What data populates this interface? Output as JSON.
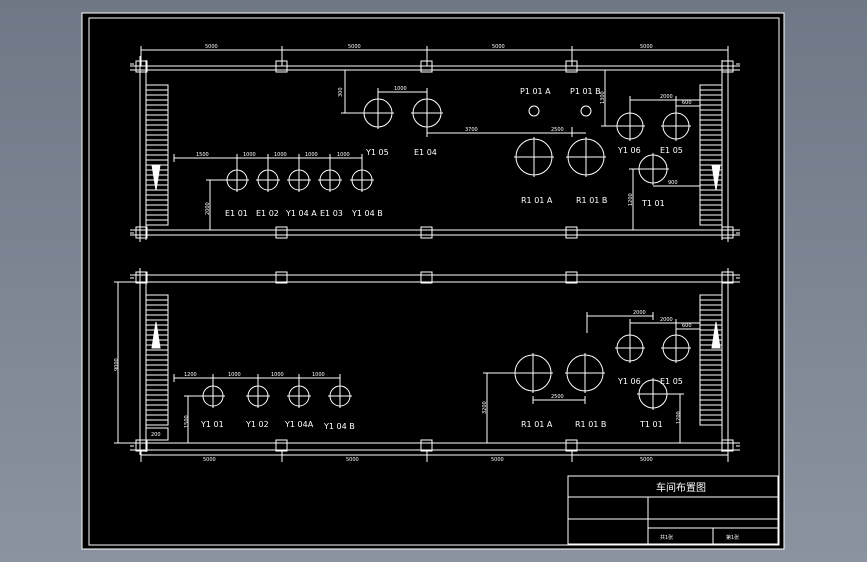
{
  "drawing": {
    "title_block": {
      "title": "车间布置图",
      "sheet_total": "共1张",
      "sheet_no": "第1张"
    },
    "top_plan": {
      "bay_dims": [
        "5000",
        "5000",
        "5000",
        "5000"
      ],
      "dims": {
        "d300": "300",
        "d1000_top": "1000",
        "d3700": "3700",
        "d2500": "2500",
        "d1500": "1500",
        "d1000_a": "1000",
        "d1000_b": "1000",
        "d1000_c": "1000",
        "d1000_d": "1000",
        "d2000_left": "2000",
        "d2000_right": "2000",
        "d600": "600",
        "d1300": "1300",
        "d900": "900",
        "d1200": "1200"
      },
      "labels": {
        "E101": "E1 01",
        "E102": "E1 02",
        "Y104A": "Y1 04 A",
        "E103": "E1 03",
        "Y104B": "Y1 04 B",
        "Y105": "Y1 05",
        "E104": "E1 04",
        "P101A": "P1 01 A",
        "P101B": "P1 01 B",
        "R101A": "R1 01 A",
        "R101B": "R1 01 B",
        "Y106": "Y1 06",
        "E105": "E1 05",
        "T101": "T1 01"
      }
    },
    "bottom_plan": {
      "bay_dims": [
        "5000",
        "5000",
        "5000",
        "5000"
      ],
      "dims": {
        "d1200": "1200",
        "d1000_a": "1000",
        "d1000_b": "1000",
        "d1000_c": "1000",
        "d1500": "1500",
        "d200": "200",
        "d9000": "9000",
        "d3200": "3200",
        "d2500": "2500",
        "d2000_a": "2000",
        "d2000_b": "2000",
        "d600": "600",
        "d1200_right": "1200"
      },
      "labels": {
        "Y101": "Y1 01",
        "Y102": "Y1 02",
        "Y104A": "Y1 04A",
        "Y104B": "Y1 04 B",
        "R101A": "R1 01 A",
        "R101B": "R1 01 B",
        "Y106": "Y1 06",
        "E105": "E1 05",
        "T101": "T1 01"
      }
    }
  }
}
